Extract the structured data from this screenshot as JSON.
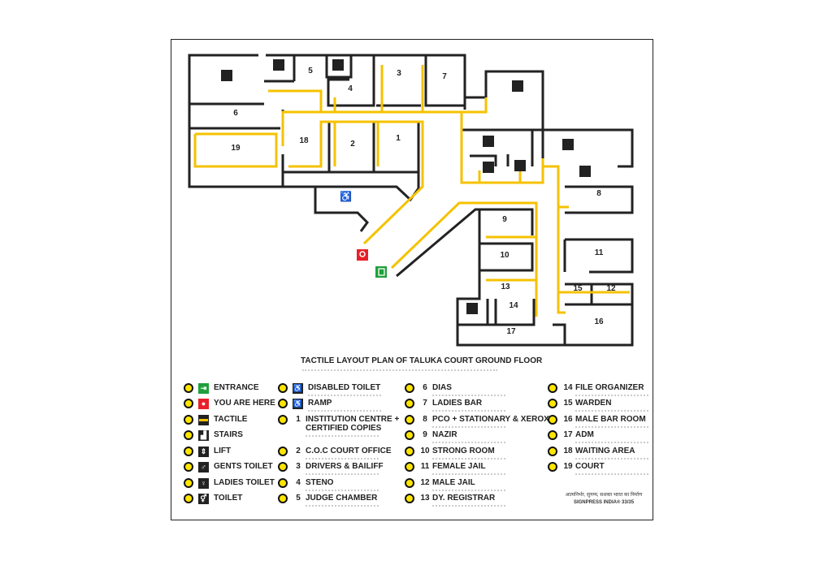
{
  "title": "TACTILE LAYOUT PLAN OF TALUKA COURT GROUND FLOOR",
  "colors": {
    "tactile": "#f5c200",
    "wall": "#222222",
    "entrance": "#1ea03c",
    "you_are_here": "#e8202a",
    "dot": "#ffe600"
  },
  "rooms": [
    "1",
    "2",
    "3",
    "4",
    "5",
    "6",
    "7",
    "8",
    "9",
    "10",
    "11",
    "12",
    "13",
    "14",
    "15",
    "16",
    "17",
    "18",
    "19"
  ],
  "legend_symbols": [
    {
      "icon": "entrance-icon",
      "label": "ENTRANCE"
    },
    {
      "icon": "location-pin-icon",
      "label": "YOU ARE HERE"
    },
    {
      "icon": "tactile-icon",
      "label": "TACTILE"
    },
    {
      "icon": "stairs-icon",
      "label": "STAIRS"
    },
    {
      "icon": "lift-icon",
      "label": "LIFT"
    },
    {
      "icon": "gents-toilet-icon",
      "label": "GENTS TOILET"
    },
    {
      "icon": "ladies-toilet-icon",
      "label": "LADIES TOILET"
    },
    {
      "icon": "toilet-icon",
      "label": "TOILET"
    }
  ],
  "legend_access": [
    {
      "icon": "disabled-toilet-icon",
      "label": "DISABLED TOILET"
    },
    {
      "icon": "ramp-icon",
      "label": "RAMP"
    }
  ],
  "legend_rooms": [
    {
      "num": "1",
      "label": "INSTITUTION CENTRE + CERTIFIED COPIES"
    },
    {
      "num": "2",
      "label": "C.O.C COURT OFFICE"
    },
    {
      "num": "3",
      "label": "DRIVERS & BAILIFF"
    },
    {
      "num": "4",
      "label": "STENO"
    },
    {
      "num": "5",
      "label": "JUDGE CHAMBER"
    },
    {
      "num": "6",
      "label": "DIAS"
    },
    {
      "num": "7",
      "label": "LADIES BAR"
    },
    {
      "num": "8",
      "label": "PCO + STATIONARY & XEROX"
    },
    {
      "num": "9",
      "label": "NAZIR"
    },
    {
      "num": "10",
      "label": "STRONG ROOM"
    },
    {
      "num": "11",
      "label": "FEMALE JAIL"
    },
    {
      "num": "12",
      "label": "MALE JAIL"
    },
    {
      "num": "13",
      "label": "DY. REGISTRAR"
    },
    {
      "num": "14",
      "label": "FILE ORGANIZER"
    },
    {
      "num": "15",
      "label": "WARDEN"
    },
    {
      "num": "16",
      "label": "MALE BAR ROOM"
    },
    {
      "num": "17",
      "label": "ADM"
    },
    {
      "num": "18",
      "label": "WAITING AREA"
    },
    {
      "num": "19",
      "label": "COURT"
    }
  ],
  "footer": {
    "line1": "आत्मनिर्भर, सुगम्य, सशक्त भारत का निर्माण",
    "line2": "SIGNPRESS INDIA® 33/35"
  }
}
